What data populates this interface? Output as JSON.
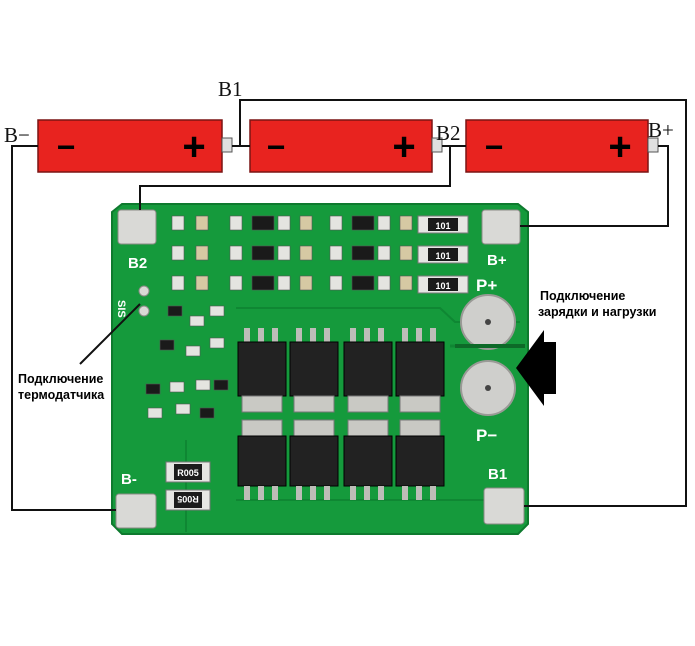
{
  "wire_labels": {
    "b_minus": "B−",
    "b1": "B1",
    "b2": "B2",
    "b_plus": "B+"
  },
  "battery_signs": {
    "minus": "−",
    "plus": "+"
  },
  "board_labels": {
    "b2": "B2",
    "b_plus": "B+",
    "b_minus": "B-",
    "b1": "B1",
    "p_plus": "P+",
    "p_minus": "P−",
    "sis": "SIS",
    "r1": "R005",
    "r2": "R005",
    "s1": "101",
    "s2": "101",
    "s3": "101"
  },
  "callouts": {
    "charge_load": [
      "Подключение",
      "зарядки и нагрузки"
    ],
    "thermo": [
      "Подключение",
      "термодатчика"
    ]
  },
  "colors": {
    "battery_red": "#e8231f",
    "pcb_green": "#159a3c",
    "pad_silver": "#d9d9d6"
  }
}
